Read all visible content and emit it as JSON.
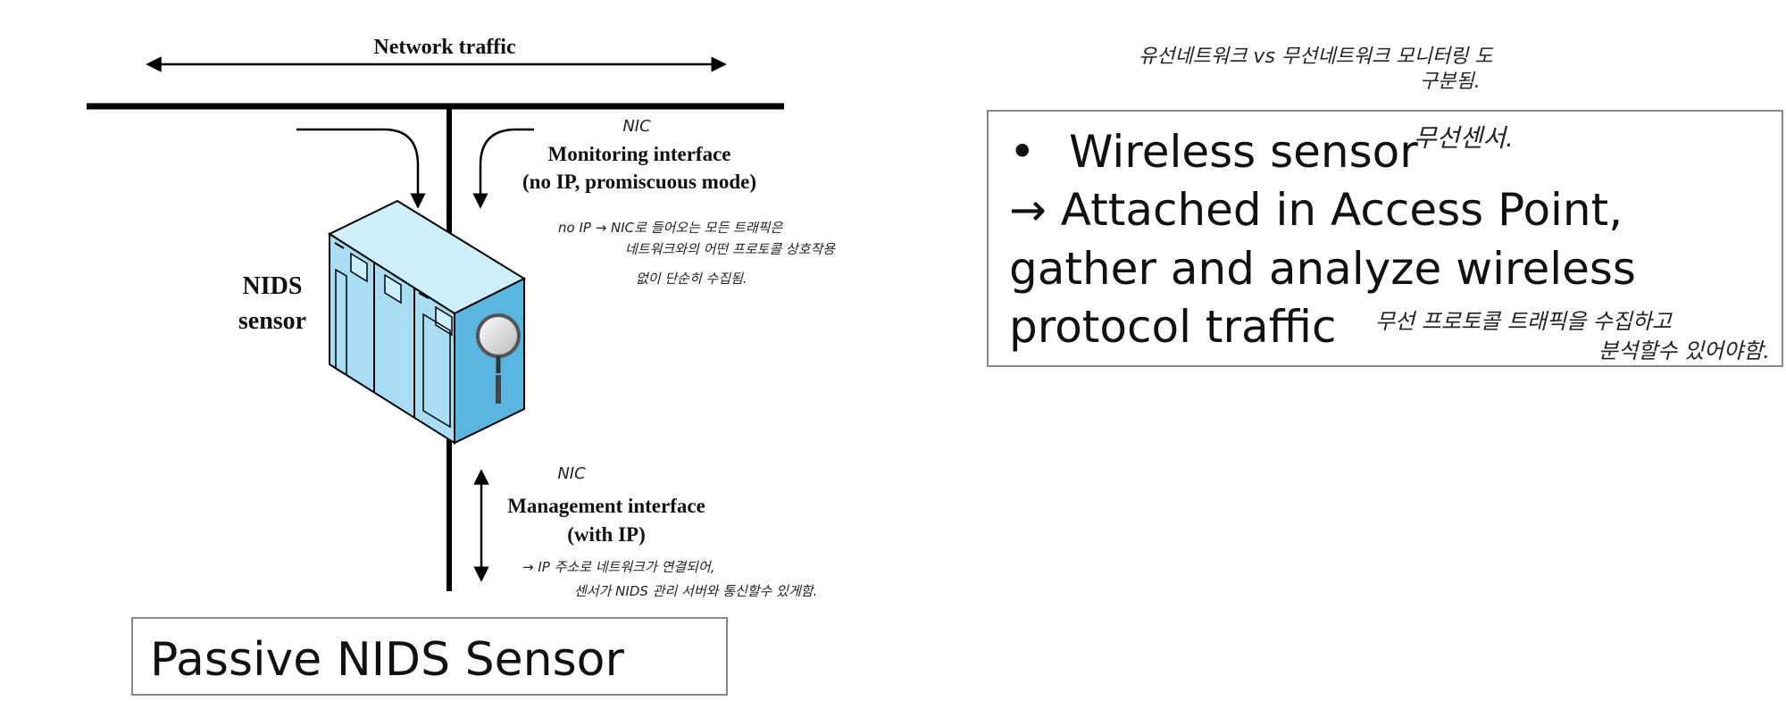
{
  "diagram": {
    "network_traffic_label": "Network traffic",
    "monitoring_nic_note": "NIC",
    "monitoring_label_line1": "Monitoring interface",
    "monitoring_label_line2": "(no IP, promiscuous mode)",
    "monitoring_annotation_line1": "no IP → NIC로 들어오는 모든 트래픽은",
    "monitoring_annotation_line2": "네트워크와의 어떤 프로토콜 상호작용",
    "monitoring_annotation_line3": "없이 단순히 수집됨.",
    "sensor_label_line1": "NIDS",
    "sensor_label_line2": "sensor",
    "management_nic_note": "NIC",
    "management_label_line1": "Management interface",
    "management_label_line2": "(with IP)",
    "management_annotation_line1": "→ IP 주소로 네트워크가 연결되어,",
    "management_annotation_line2": "센서가 NIDS 관리 서버와 통신할수 있게함.",
    "caption": "Passive NIDS Sensor"
  },
  "right_panel": {
    "top_note_line1": "유선네트워크 vs 무선네트워크 모니터링 도",
    "top_note_line2": "구분됨.",
    "bullet": "•",
    "line1": "Wireless sensor",
    "line1_note": "무선센서.",
    "line2": "→ Attached in Access Point,",
    "line3": "gather and analyze wireless",
    "line4": "protocol traffic",
    "note_line1": "무선 프로토콜 트래픽을 수집하고",
    "note_line2": "분석할수 있어야함."
  },
  "colors": {
    "sensor_face": "#a9ddf3",
    "sensor_side": "#5ab6e0",
    "sensor_top": "#cdeefb",
    "line": "#000000"
  }
}
